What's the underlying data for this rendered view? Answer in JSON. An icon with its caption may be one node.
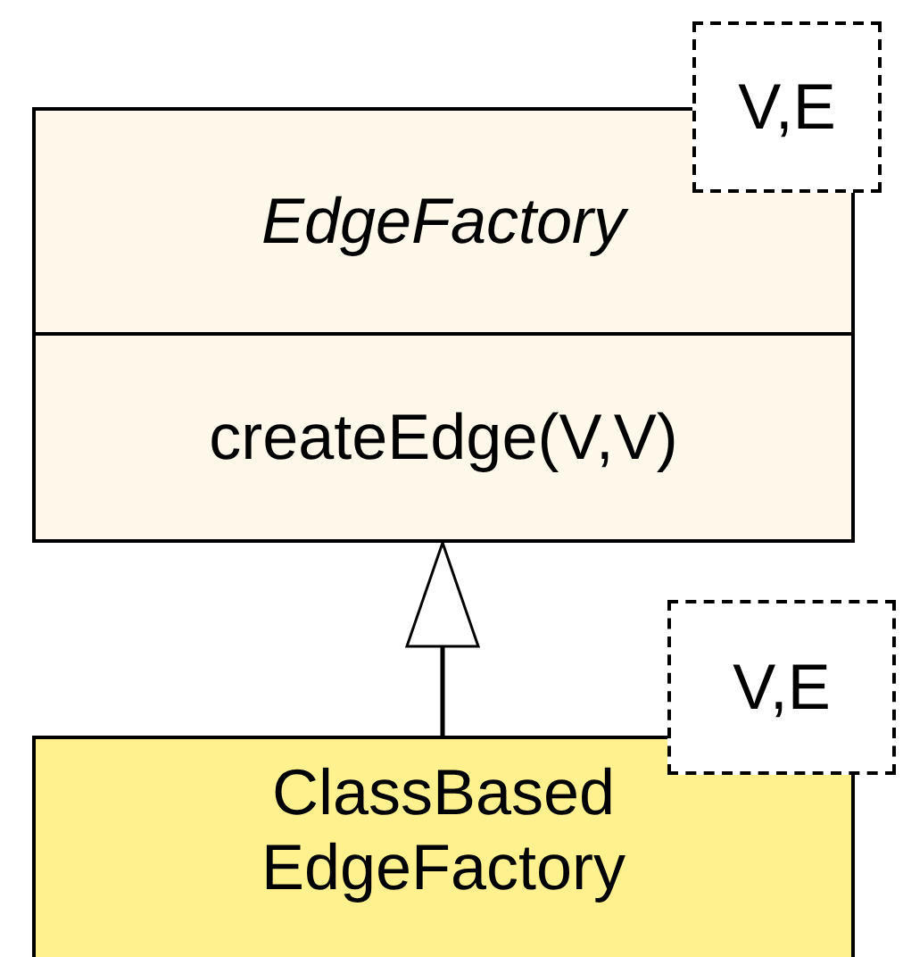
{
  "diagram": {
    "nodes": [
      {
        "text": [
          "EdgeFactory",
          "createEdge(V,V)"
        ]
      },
      {
        "text": [
          "V,E"
        ]
      },
      {
        "text": [
          "ClassBased EdgeFactory"
        ]
      },
      {
        "text": [
          "V,E"
        ]
      }
    ],
    "edges": [
      {
        "from": 2,
        "to": 0,
        "arrow": "to"
      }
    ]
  }
}
